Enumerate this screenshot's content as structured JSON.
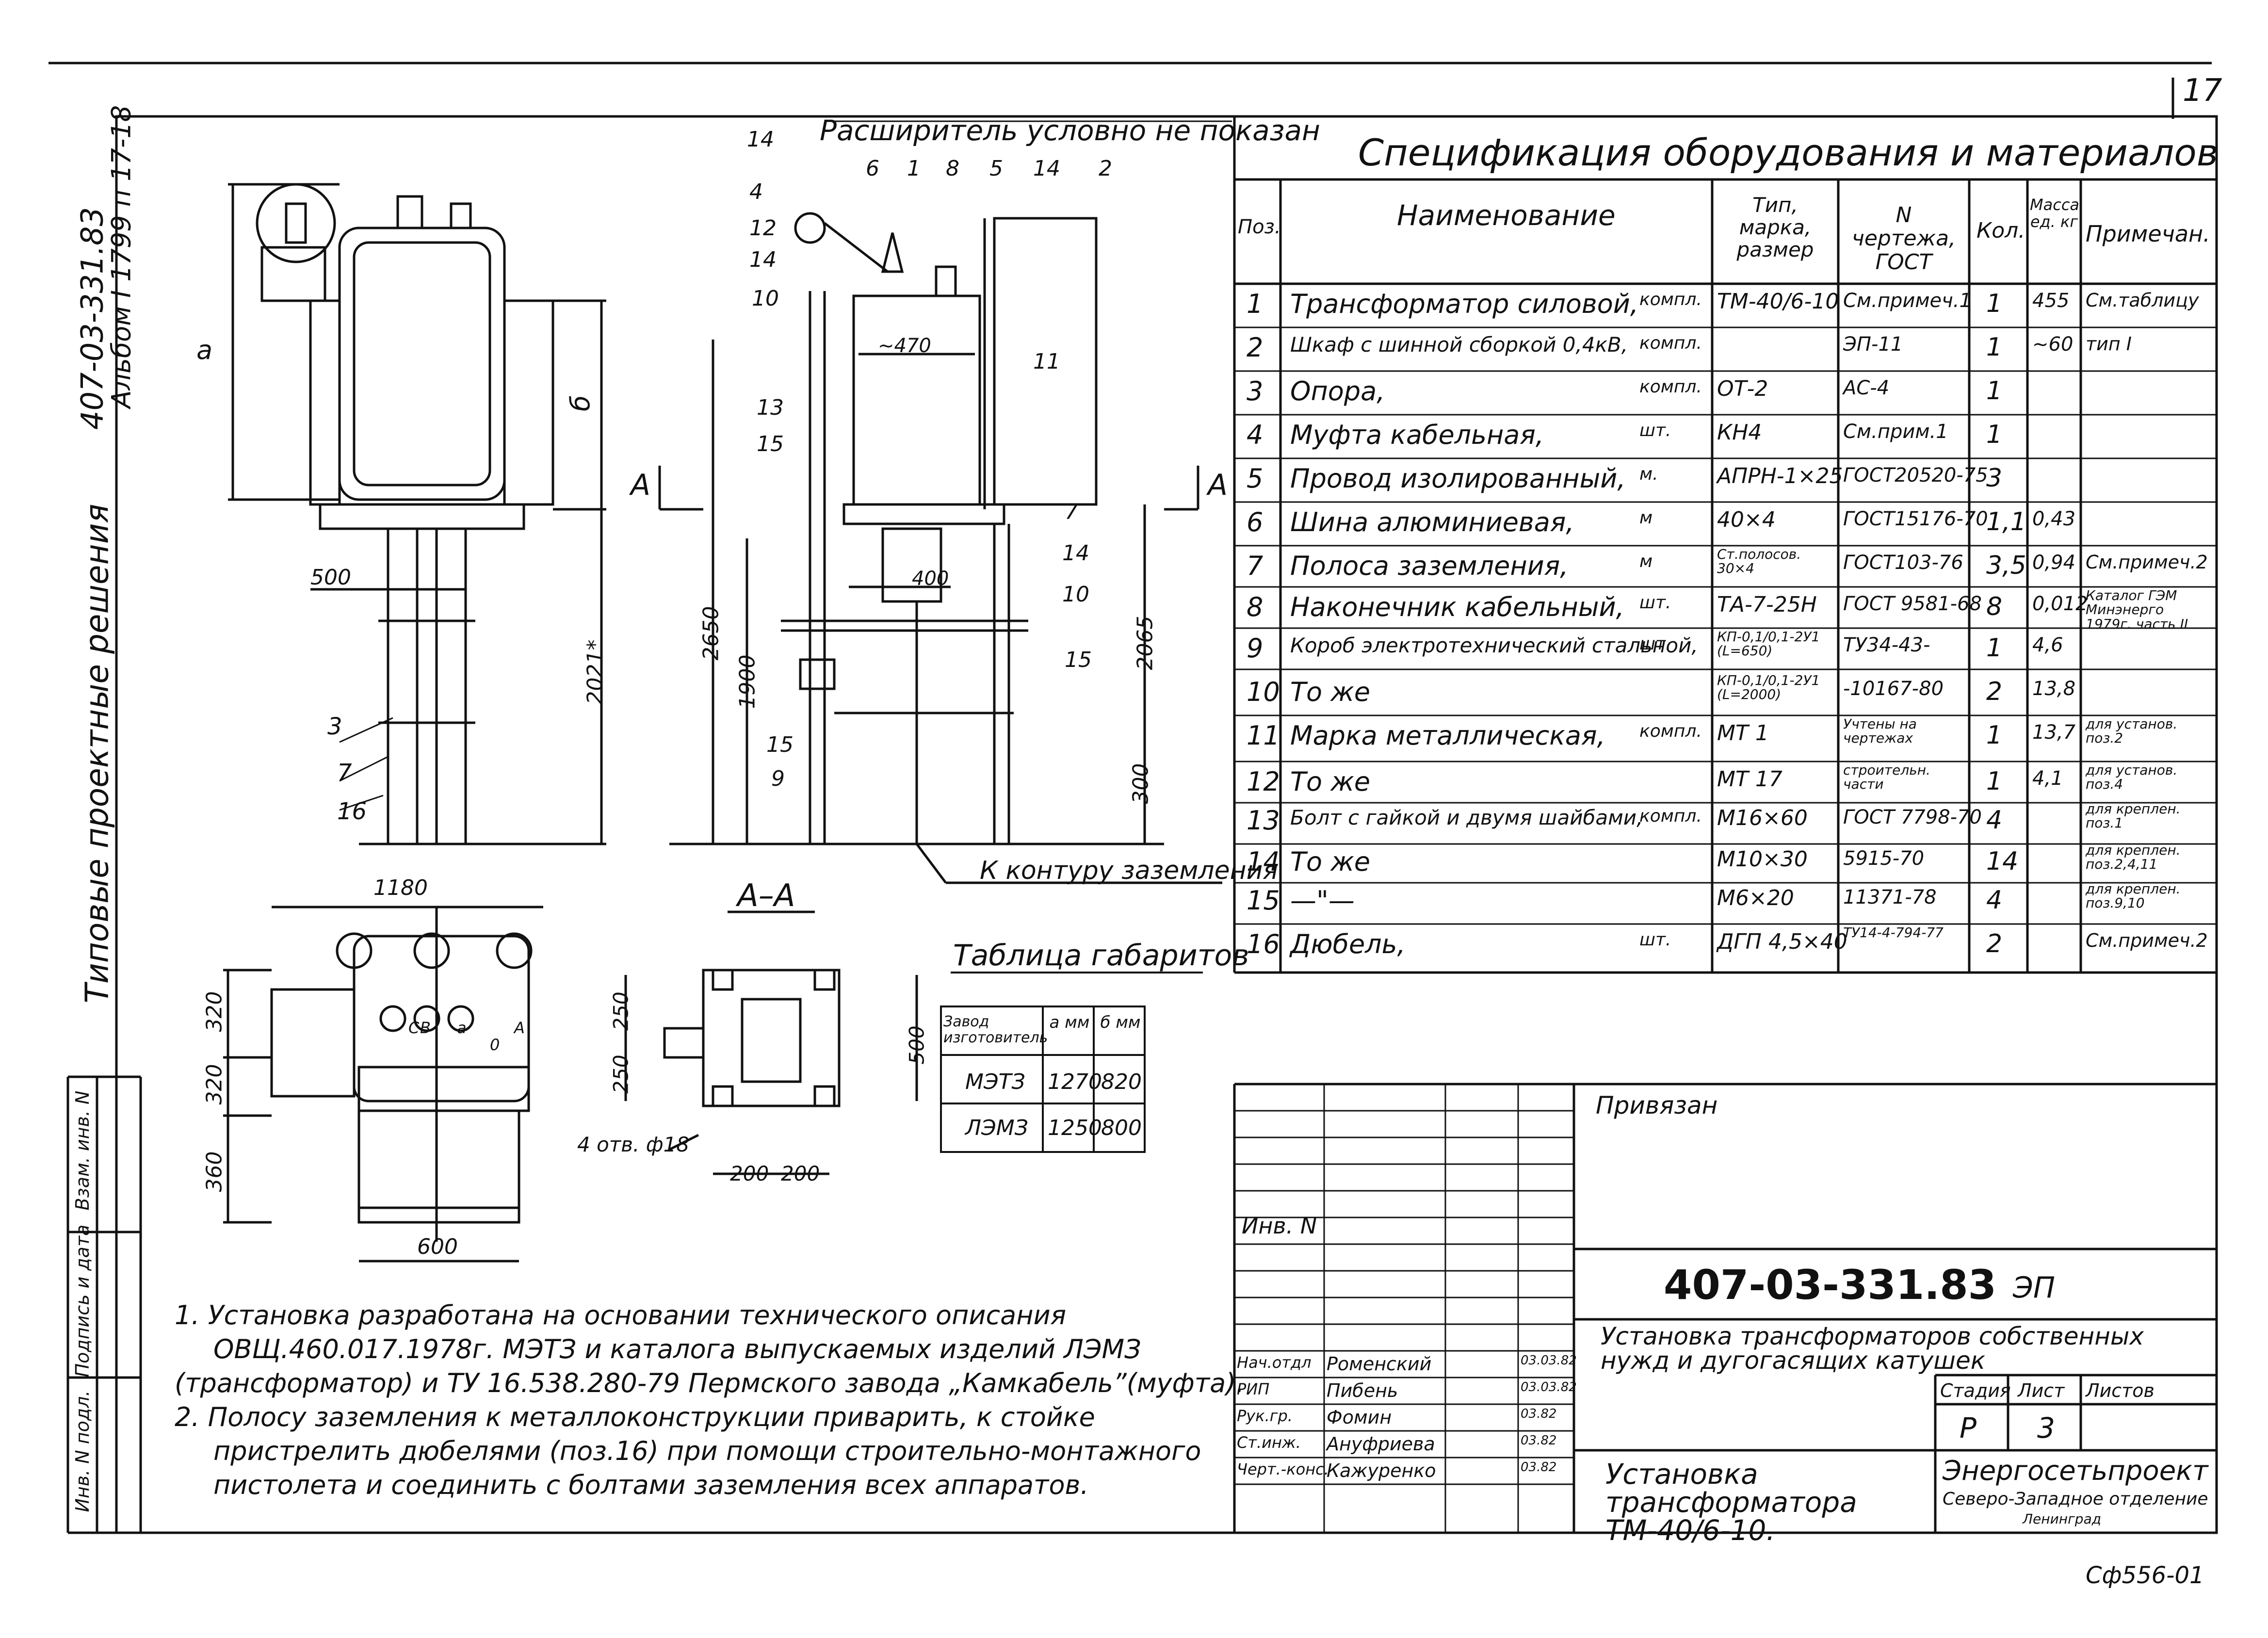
{
  "sheet": {
    "page_number": "17",
    "margin_code_top": "407-03-331.83",
    "margin_code_album": "Альбом I  1799 п 17-18",
    "margin_series": "Типовые проектные решения",
    "side_labels": [
      "Взам. инв. N",
      "Подпись и дата",
      "Инв. N подл."
    ],
    "bottom_stamp": "Сф556-01"
  },
  "drawing": {
    "callout_expander": "Расширитель условно не показан",
    "section_marker": "А",
    "section_title": "А–А",
    "ground_callout": "К контуру заземления",
    "dims": [
      "а",
      "б",
      "500",
      "2021*",
      "2650",
      "1900",
      "2065",
      "300",
      "~470",
      "400",
      "1180",
      "320",
      "320",
      "360",
      "600",
      "250",
      "250",
      "500",
      "200",
      "200",
      "4 отв. ф18"
    ],
    "positions": [
      "14",
      "6",
      "1",
      "8",
      "5",
      "14",
      "2",
      "4",
      "12",
      "14",
      "10",
      "11",
      "13",
      "15",
      "7",
      "14",
      "10",
      "15",
      "15",
      "9",
      "3",
      "7",
      "16"
    ],
    "phase_labels": [
      "C",
      "B",
      "a",
      "A",
      "0"
    ]
  },
  "gabarit_table": {
    "title": "Таблица габаритов",
    "headers": [
      "Завод изготовитель",
      "а мм",
      "б мм"
    ],
    "rows": [
      [
        "МЭТЗ",
        "1270",
        "820"
      ],
      [
        "ЛЭМЗ",
        "1250",
        "800"
      ]
    ]
  },
  "spec": {
    "title": "Спецификация оборудования и материалов",
    "headers": [
      "Поз.",
      "Наименование",
      "Тип, марка, размер",
      "N чертежа, ГОСТ",
      "Кол.",
      "Масса ед. кг",
      "Примечан."
    ],
    "rows": [
      [
        "1",
        "Трансформатор силовой,",
        "компл.",
        "ТМ-40/6-10",
        "См.примеч.1",
        "1",
        "455",
        "См.таблицу"
      ],
      [
        "2",
        "Шкаф с шинной сборкой 0,4кВ,",
        "компл.",
        "",
        "ЭП-11",
        "1",
        "~60",
        "тип I"
      ],
      [
        "3",
        "Опора,",
        "компл.",
        "ОТ-2",
        "АС-4",
        "1",
        "",
        ""
      ],
      [
        "4",
        "Муфта кабельная,",
        "шт.",
        "КН4",
        "См.прим.1",
        "1",
        "",
        ""
      ],
      [
        "5",
        "Провод изолированный,",
        "м.",
        "АПРН-1×25",
        "ГОСТ20520-75",
        "3",
        "",
        ""
      ],
      [
        "6",
        "Шина алюминиевая,",
        "м",
        "40×4",
        "ГОСТ15176-70",
        "1,1",
        "0,43",
        ""
      ],
      [
        "7",
        "Полоса заземления,",
        "м",
        "Ст.полосов. 30×4",
        "ГОСТ103-76",
        "3,5",
        "0,94",
        "См.примеч.2"
      ],
      [
        "8",
        "Наконечник кабельный,",
        "шт.",
        "ТА-7-25Н",
        "ГОСТ 9581-68",
        "8",
        "0,012",
        "Каталог ГЭМ Минэнерго 1979г. часть II"
      ],
      [
        "9",
        "Короб электротехнический стальной,",
        "шт.",
        "КП-0,1/0,1-2У1 (L=650)",
        "ТУ34-43-",
        "1",
        "4,6",
        ""
      ],
      [
        "10",
        "То же",
        "",
        "КП-0,1/0,1-2У1 (L=2000)",
        "-10167-80",
        "2",
        "13,8",
        ""
      ],
      [
        "11",
        "Марка металлическая,",
        "компл.",
        "МТ 1",
        "Учтены на чертежах",
        "1",
        "13,7",
        "для установ. поз.2"
      ],
      [
        "12",
        "То же",
        "",
        "МТ 17",
        "строительн. части",
        "1",
        "4,1",
        "для установ. поз.4"
      ],
      [
        "13",
        "Болт с гайкой и двумя шайбами,",
        "компл.",
        "М16×60",
        "ГОСТ 7798-70",
        "4",
        "",
        "для креплен. поз.1"
      ],
      [
        "14",
        "То же",
        "",
        "М10×30",
        "5915-70",
        "14",
        "",
        "для креплен. поз.2,4,11"
      ],
      [
        "15",
        "—\"—",
        "",
        "М6×20",
        "11371-78",
        "4",
        "",
        "для креплен. поз.9,10"
      ],
      [
        "16",
        "Дюбель,",
        "шт.",
        "ДГП 4,5×40",
        "ТУ14-4-794-77",
        "2",
        "",
        "См.примеч.2"
      ]
    ]
  },
  "notes": [
    "1. Установка разработана на основании технического описания",
    "ОВЩ.460.017.1978г. МЭТЗ и каталога выпускаемых изделий ЛЭМЗ",
    "(трансформатор) и ТУ 16.538.280-79 Пермского завода „Камкабель”(муфта).",
    "2. Полосу заземления к металлоконструкции приварить, к стойке",
    "пристрелить дюбелями (поз.16) при помощи строительно-монтажного",
    "пистолета и соединить с болтами заземления всех аппаратов."
  ],
  "title_block": {
    "privyazan": "Привязан",
    "inv_label": "Инв. N",
    "doc_code": "407-03-331.83",
    "doc_mark": "ЭП",
    "project_title": "Установка трансформаторов собственных нужд и дугогасящих катушек",
    "stage_headers": [
      "Стадия",
      "Лист",
      "Листов"
    ],
    "stage_values": [
      "Р",
      "3",
      ""
    ],
    "sheet_title": "Установка трансформатора ТМ-40/6-10.",
    "org_name": "Энергосетьпроект",
    "org_branch": "Северо-Западное отделение",
    "org_city": "Ленинград",
    "signatures": [
      {
        "role": "Нач.отдл",
        "name": "Роменский",
        "date": "03.03.82"
      },
      {
        "role": "РИП",
        "name": "Пибень",
        "date": "03.03.82"
      },
      {
        "role": "Рук.гр.",
        "name": "Фомин",
        "date": "03.82"
      },
      {
        "role": "Ст.инж.",
        "name": "Ануфриева",
        "date": "03.82"
      },
      {
        "role": "Черт.-конс.",
        "name": "Кажуренко",
        "date": "03.82"
      }
    ]
  }
}
